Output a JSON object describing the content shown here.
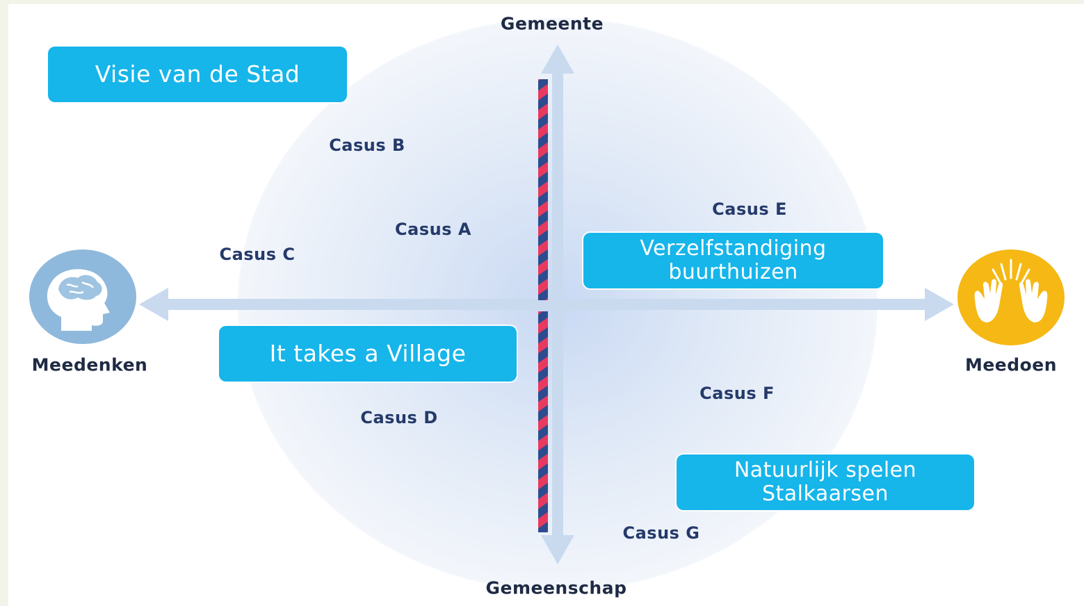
{
  "axes": {
    "top": "Gemeente",
    "bottom": "Gemeenschap",
    "left": "Meedenken",
    "right": "Meedoen"
  },
  "boxes": {
    "visie": "Visie van de Stad",
    "village": "It takes a Village",
    "verzelf": [
      "Verzelfstandiging",
      "buurthuizen"
    ],
    "natuur": [
      "Natuurlijk spelen",
      "Stalkaarsen"
    ]
  },
  "cases": {
    "a": "Casus A",
    "b": "Casus B",
    "c": "Casus C",
    "d": "Casus D",
    "e": "Casus E",
    "f": "Casus F",
    "g": "Casus G"
  },
  "icons": {
    "left": "brain-head-icon",
    "right": "raised-hands-icon"
  },
  "colors": {
    "box": "#16b5ea",
    "arrow": "#c9daef",
    "circle": "#dce7f5",
    "rope_red": "#e8395f",
    "rope_blue": "#2c4c8f",
    "head": "#8fb9dc",
    "hands_bg": "#f5b814"
  }
}
